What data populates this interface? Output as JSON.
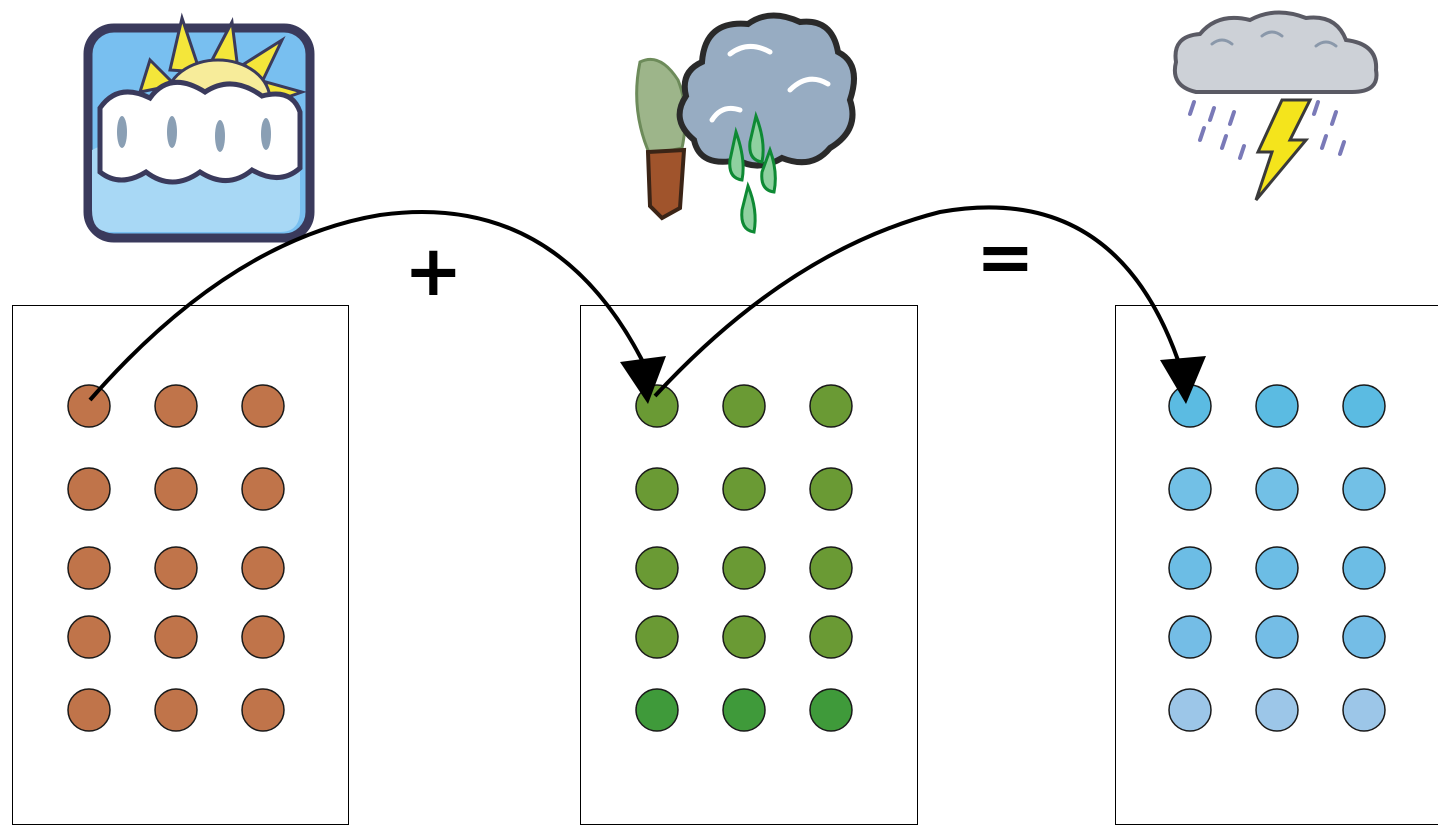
{
  "operators": {
    "plus": "+",
    "equals": "="
  },
  "icons": [
    {
      "name": "sun-and-clouds-icon"
    },
    {
      "name": "wind-rain-cloud-icon"
    },
    {
      "name": "thunderstorm-icon"
    }
  ],
  "dot_grids": [
    {
      "name": "brown-dots",
      "rows": 5,
      "cols": 3,
      "row_colors": [
        "#c0744a",
        "#c0744a",
        "#c0744a",
        "#c0744a",
        "#c0744a"
      ]
    },
    {
      "name": "green-dots",
      "rows": 5,
      "cols": 3,
      "row_colors": [
        "#6a9a34",
        "#6a9a34",
        "#6a9a34",
        "#6a9a34",
        "#3f9a3a"
      ]
    },
    {
      "name": "blue-dots",
      "rows": 5,
      "cols": 3,
      "row_colors": [
        "#5bbbe2",
        "#72c0e6",
        "#6cbde5",
        "#74bde6",
        "#9cc6e8"
      ]
    }
  ],
  "arrows": [
    {
      "name": "arrow-brown-to-green",
      "from": "brown-dots",
      "to": "green-dots"
    },
    {
      "name": "arrow-green-to-blue",
      "from": "green-dots",
      "to": "blue-dots"
    }
  ]
}
